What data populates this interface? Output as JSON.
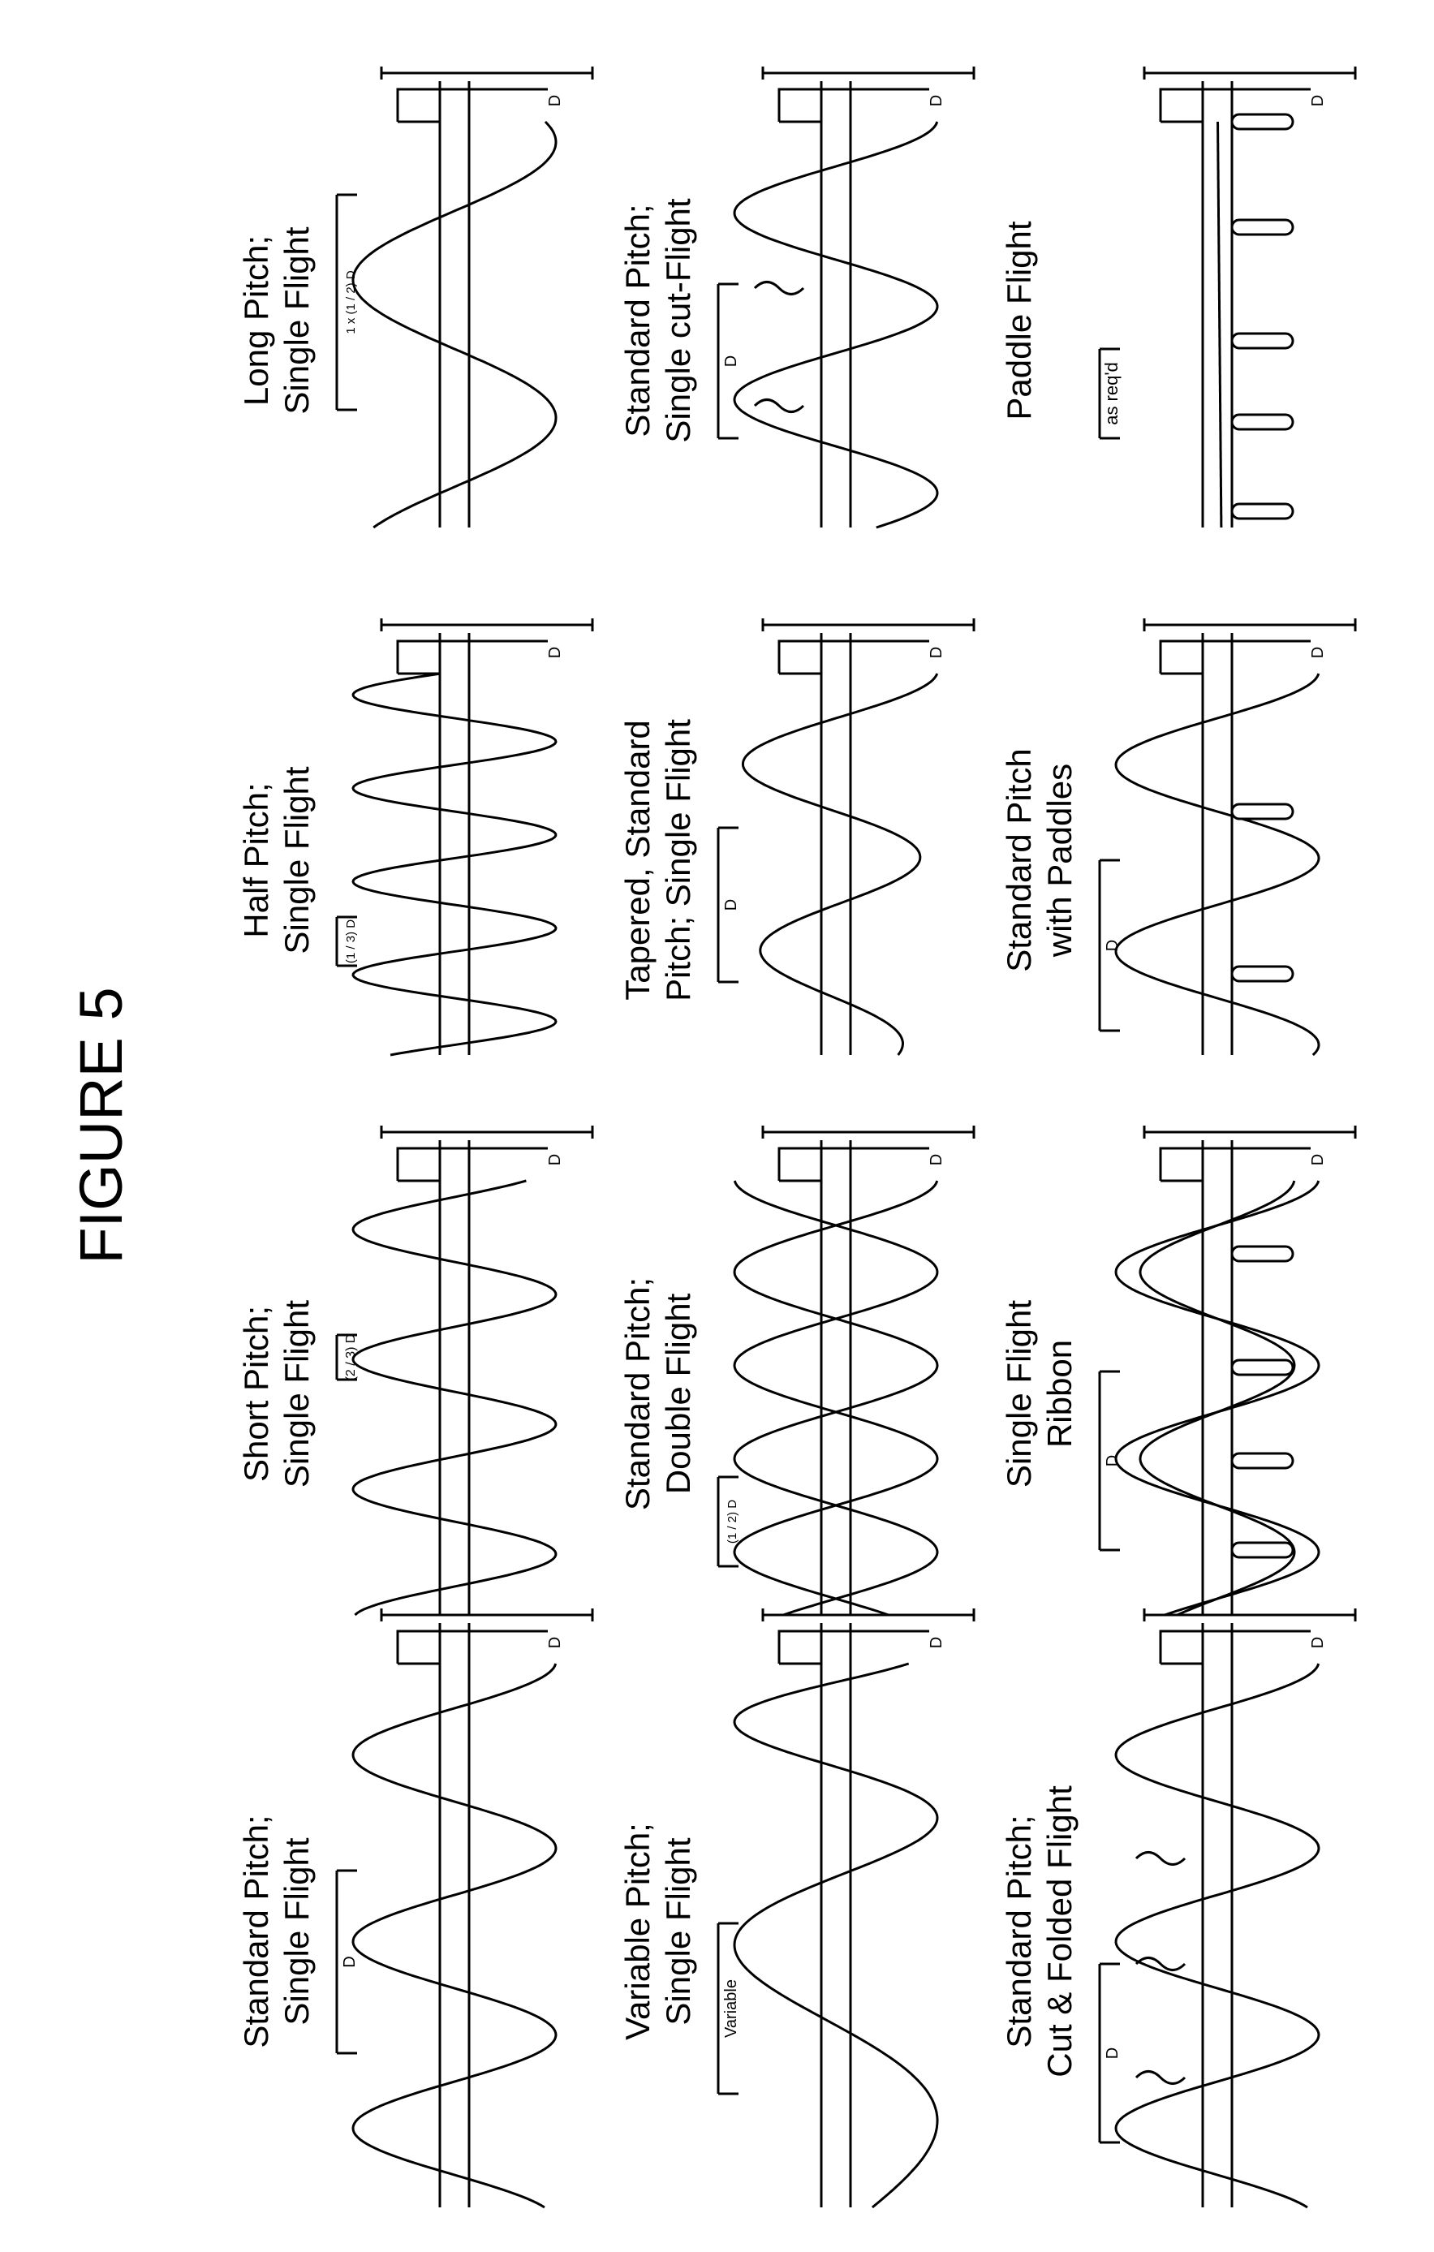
{
  "figure": {
    "title": "FIGURE 5"
  },
  "labels": {
    "dim_D": "D",
    "one_and_half_D": "1 x (1 / 2) D",
    "two_thirds_D": "(2 / 3) D",
    "one_third_D": "(1 / 3) D",
    "half_D": "(1 / 2) D",
    "variable": "Variable",
    "as_reqd": "as req'd"
  },
  "panels": [
    {
      "id": "standard-single",
      "title_line1": "Standard Pitch;",
      "title_line2": "Single Flight"
    },
    {
      "id": "short-single",
      "title_line1": "Short Pitch;",
      "title_line2": "Single Flight"
    },
    {
      "id": "half-single",
      "title_line1": "Half Pitch;",
      "title_line2": "Single Flight"
    },
    {
      "id": "long-single",
      "title_line1": "Long Pitch;",
      "title_line2": "Single Flight"
    },
    {
      "id": "variable-single",
      "title_line1": "Variable Pitch;",
      "title_line2": "Single Flight"
    },
    {
      "id": "standard-double",
      "title_line1": "Standard Pitch;",
      "title_line2": "Double Flight"
    },
    {
      "id": "tapered-standard",
      "title_line1": "Tapered, Standard",
      "title_line2": "Pitch; Single Flight"
    },
    {
      "id": "standard-cut-flight",
      "title_line1": "Standard Pitch;",
      "title_line2": "Single cut-Flight"
    },
    {
      "id": "cut-folded",
      "title_line1": "Standard Pitch;",
      "title_line2": "Cut & Folded Flight"
    },
    {
      "id": "ribbon",
      "title_line1": "Single Flight",
      "title_line2": "Ribbon"
    },
    {
      "id": "standard-paddles",
      "title_line1": "Standard Pitch",
      "title_line2": "with Paddles"
    },
    {
      "id": "paddle-flight",
      "title_line1": "Paddle Flight",
      "title_line2": ""
    }
  ]
}
